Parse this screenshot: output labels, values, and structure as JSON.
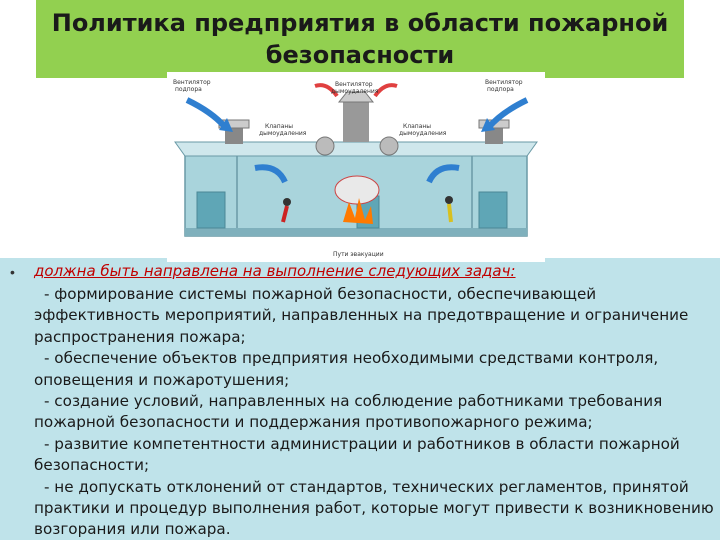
{
  "slide": {
    "title": "Политика предприятия в области пожарной безопасности",
    "bullet": "•",
    "task_heading": "должна быть направлена на выполнение следующих задач:",
    "tasks": [
      "- формирование системы пожарной безопасности, обеспечивающей эффективность мероприятий, направленных на предотвращение и ограничение распространения пожара;",
      "- обеспечение объектов предприятия необходимыми средствами контроля, оповещения и пожаротушения;",
      "- создание условий, направленных на соблюдение работниками требования пожарной безопасности и поддержания противопожарного режима;",
      "- развитие компетентности администрации и работников в области пожарной безопасности;",
      "- не допускать отклонений от стандартов, технических регламентов, принятой практики и процедур выполнения работ, которые могут привести к возникновению возгорания или пожара."
    ]
  },
  "illustration": {
    "labels": {
      "fan_left": [
        "Вентилятор",
        "подпора"
      ],
      "fan_center": [
        "Вентилятор",
        "дымоудаления"
      ],
      "fan_right": [
        "Вентилятор",
        "подпора"
      ],
      "valve_left": [
        "Клапаны",
        "дымоудаления"
      ],
      "valve_right": [
        "Клапаны",
        "дымоудаления"
      ],
      "evacuation": "Пути эвакуации"
    }
  },
  "colors": {
    "title_bg": "#92d050",
    "content_bg": "#bfe3ea",
    "heading_text": "#c00000",
    "arrow_blue": "#2f7fd0",
    "fire": "#ff7a00"
  }
}
